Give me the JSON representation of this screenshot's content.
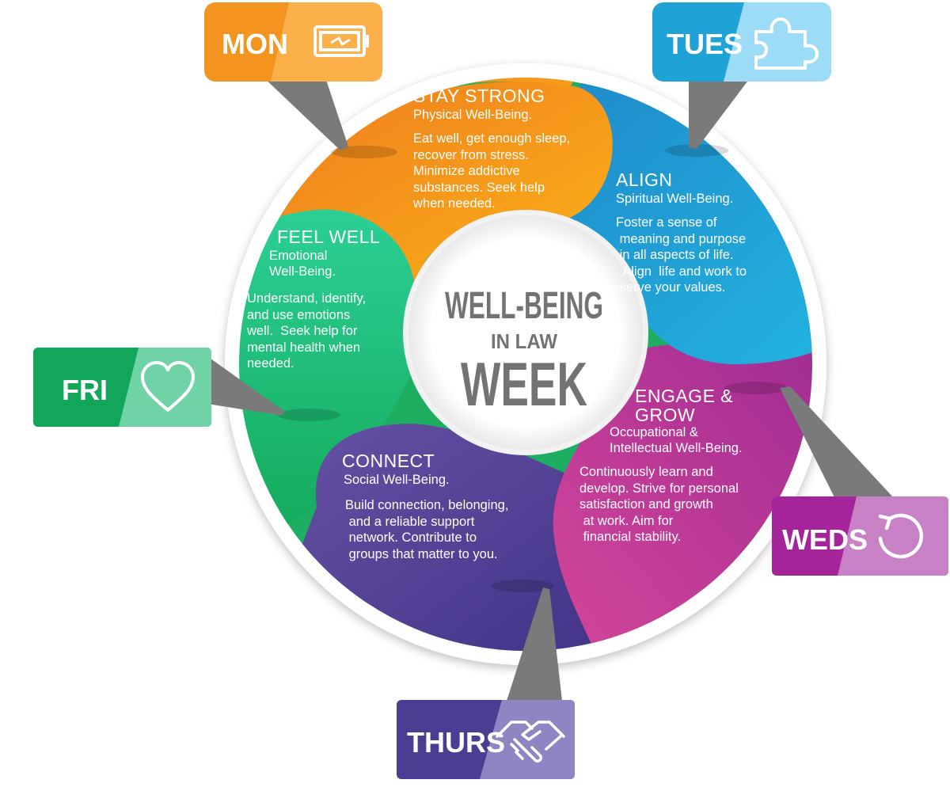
{
  "center": {
    "line1": "WELL-BEING",
    "line2": "IN LAW",
    "line3": "WEEK"
  },
  "colors": {
    "orange": "#F39421",
    "blue": "#1FA2D6",
    "magenta": "#BB3A9D",
    "purple": "#58449A",
    "green": "#1DAE62",
    "pointer": "#808080"
  },
  "segments": [
    {
      "id": "stay-strong",
      "title": "STAY STRONG",
      "subtitle": "Physical Well-Being.",
      "body": "Eat well, get enough sleep,\nrecover from stress.\nMinimize addictive\nsubstances. Seek help\nwhen needed."
    },
    {
      "id": "align",
      "title": "ALIGN",
      "subtitle": "Spiritual Well-Being.",
      "body": "Foster a sense of\n meaning and purpose\n in all aspects of life.\n  Align  life and work to\n serve your values."
    },
    {
      "id": "engage-grow",
      "title": "ENGAGE &\nGROW",
      "subtitle": "Occupational &\nIntellectual Well-Being.",
      "body": "Continuously learn and\ndevelop. Strive for personal\nsatisfaction and growth\n at work. Aim for\n financial stability."
    },
    {
      "id": "connect",
      "title": "CONNECT",
      "subtitle": "Social Well-Being.",
      "body": "Build connection, belonging,\n and a reliable support\n network. Contribute to\n groups that matter to you."
    },
    {
      "id": "feel-well",
      "title": "FEEL WELL",
      "subtitle": "Emotional\nWell-Being.",
      "body": "Understand, identify,\nand use emotions\nwell.  Seek help for\nmental health when\nneeded."
    }
  ],
  "days": [
    {
      "id": "mon",
      "label": "MON",
      "icon": "battery-icon"
    },
    {
      "id": "tues",
      "label": "TUES",
      "icon": "puzzle-piece-icon"
    },
    {
      "id": "weds",
      "label": "WEDS",
      "icon": "refresh-icon"
    },
    {
      "id": "thurs",
      "label": "THURS",
      "icon": "handshake-icon"
    },
    {
      "id": "fri",
      "label": "FRI",
      "icon": "heart-icon"
    }
  ]
}
